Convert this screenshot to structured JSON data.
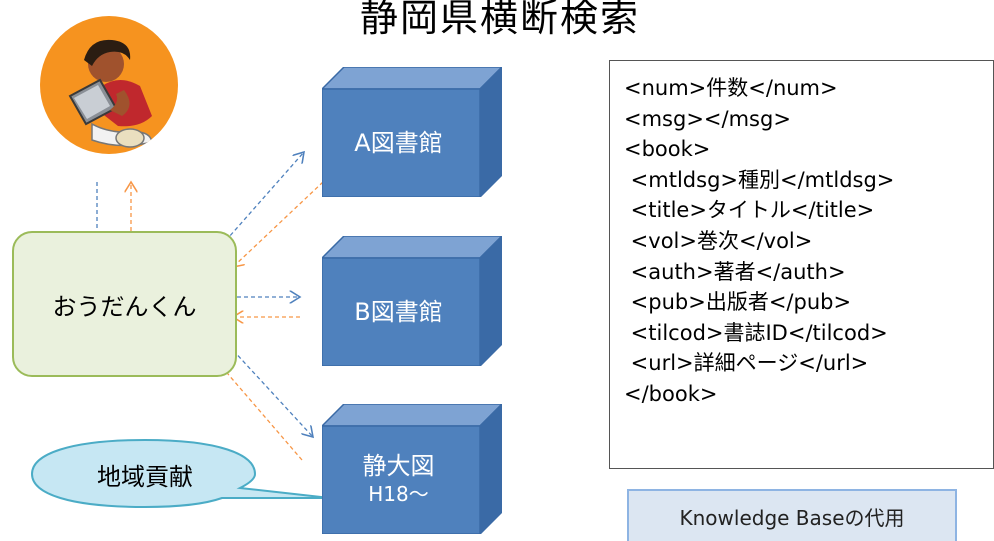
{
  "title": "静岡県横断検索",
  "center_node": "おうだんくん",
  "libraries": {
    "a": "A図書館",
    "b": "B図書館",
    "c_line1": "静大図",
    "c_line2": "H18〜"
  },
  "bubble": "地域貢献",
  "xml_lines": [
    "<num>件数</num>",
    "<msg></msg>",
    "<book>",
    " <mtldsg>種別</mtldsg>",
    " <title>タイトル</title>",
    " <vol>巻次</vol>",
    " <auth>著者</auth>",
    " <pub>出版者</pub>",
    " <tilcod>書誌ID</tilcod>",
    " <url>詳細ページ</url>",
    "</book>"
  ],
  "kb_label": "Knowledge Baseの代用",
  "colors": {
    "library_front": "#4f81bd",
    "library_top": "#7ea3d3",
    "library_side": "#3a6aa6",
    "center_fill": "#eaf1dd",
    "center_border": "#9bbb59",
    "bubble_fill": "#c6e7f3",
    "bubble_border": "#4bacc6",
    "arrow_blue": "#4f81bd",
    "arrow_orange": "#f79646"
  }
}
